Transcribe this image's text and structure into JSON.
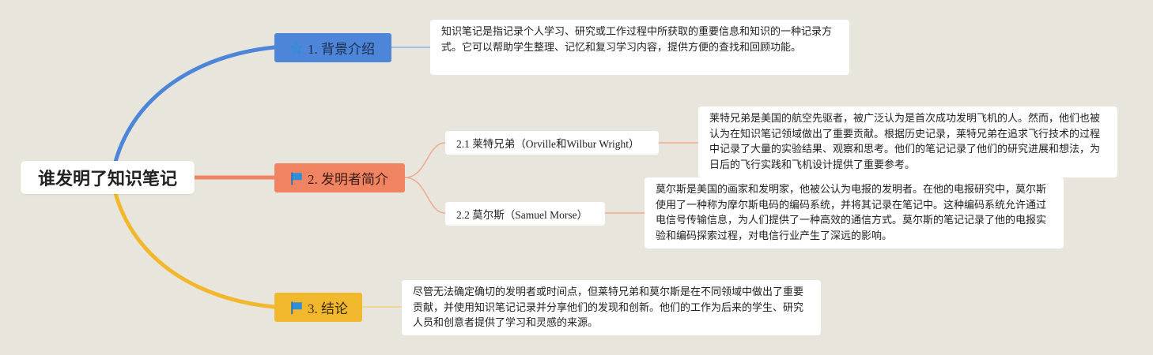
{
  "root": {
    "title": "谁发明了知识笔记"
  },
  "branches": [
    {
      "label": "1. 背景介绍",
      "icon": "star-icon",
      "color": "#4d86d9",
      "note": "知识笔记是指记录个人学习、研究或工作过程中所获取的重要信息和知识的一种记录方式。它可以帮助学生整理、记忆和复习学习内容，提供方便的查找和回顾功能。"
    },
    {
      "label": "2. 发明者简介",
      "icon": "flag-icon",
      "color": "#f08462",
      "children": [
        {
          "label": "2.1 莱特兄弟（Orville和Wilbur Wright）",
          "note": "莱特兄弟是美国的航空先驱者，被广泛认为是首次成功发明飞机的人。然而，他们也被认为在知识笔记领域做出了重要贡献。根据历史记录，莱特兄弟在追求飞行技术的过程中记录了大量的实验结果、观察和思考。他们的笔记记录了他们的研究进展和想法，为日后的飞行实践和飞机设计提供了重要参考。"
        },
        {
          "label": "2.2 莫尔斯（Samuel Morse）",
          "note": "莫尔斯是美国的画家和发明家，他被公认为电报的发明者。在他的电报研究中，莫尔斯使用了一种称为摩尔斯电码的编码系统，并将其记录在笔记中。这种编码系统允许通过电信号传输信息，为人们提供了一种高效的通信方式。莫尔斯的笔记记录了他的电报实验和编码探索过程，对电信行业产生了深远的影响。"
        }
      ]
    },
    {
      "label": "3. 结论",
      "icon": "flag-icon",
      "color": "#f1b82e",
      "note": "尽管无法确定确切的发明者或时间点，但莱特兄弟和莫尔斯是在不同领域中做出了重要贡献，并使用知识笔记记录并分享他们的发现和创新。他们的工作为后来的学生、研究人员和创意者提供了学习和灵感的来源。"
    }
  ],
  "colors": {
    "background": "#e8e6dc",
    "icon_blue": "#2e8fd8"
  }
}
